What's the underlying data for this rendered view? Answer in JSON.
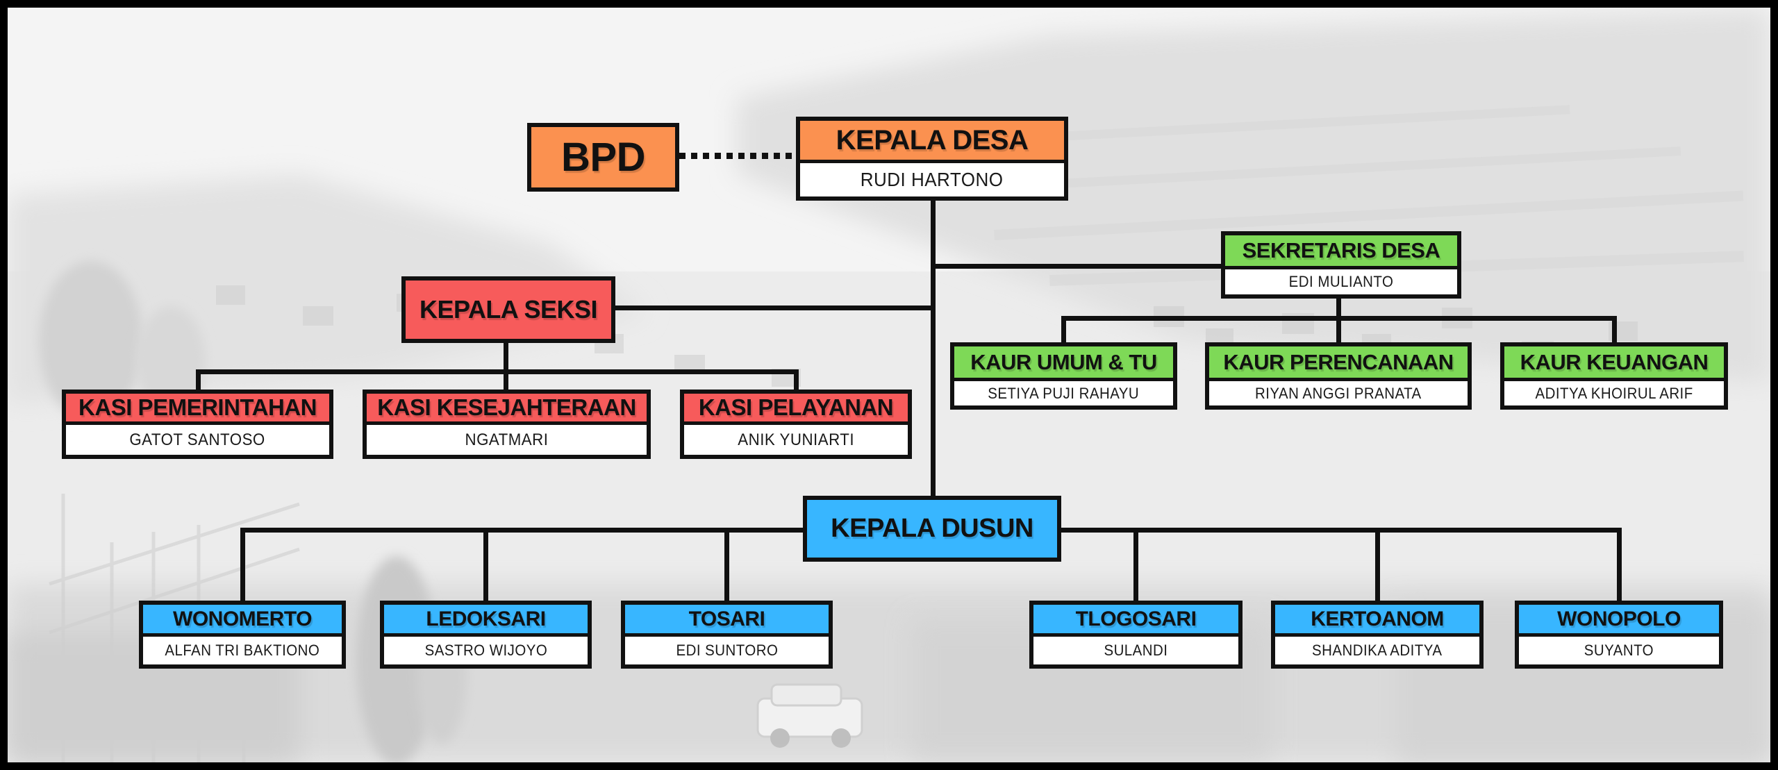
{
  "org": {
    "bpd": {
      "label": "BPD"
    },
    "kepala_desa": {
      "title": "KEPALA DESA",
      "name": "RUDI HARTONO"
    },
    "sekretaris_desa": {
      "title": "SEKRETARIS DESA",
      "name": "EDI MULIANTO"
    },
    "kaur": [
      {
        "title": "KAUR UMUM & TU",
        "name": "SETIYA PUJI RAHAYU"
      },
      {
        "title": "KAUR PERENCANAAN",
        "name": "RIYAN ANGGI PRANATA"
      },
      {
        "title": "KAUR KEUANGAN",
        "name": "ADITYA KHOIRUL ARIF"
      }
    ],
    "kepala_seksi": {
      "title": "KEPALA SEKSI"
    },
    "kasi": [
      {
        "title": "KASI PEMERINTAHAN",
        "name": "GATOT SANTOSO"
      },
      {
        "title": "KASI KESEJAHTERAAN",
        "name": "NGATMARI"
      },
      {
        "title": "KASI PELAYANAN",
        "name": "ANIK YUNIARTI"
      }
    ],
    "kepala_dusun": {
      "title": "KEPALA DUSUN"
    },
    "dusun": [
      {
        "title": "WONOMERTO",
        "name": "ALFAN TRI BAKTIONO"
      },
      {
        "title": "LEDOKSARI",
        "name": "SASTRO WIJOYO"
      },
      {
        "title": "TOSARI",
        "name": "EDI SUNTORO"
      },
      {
        "title": "TLOGOSARI",
        "name": "SULANDI"
      },
      {
        "title": "KERTOANOM",
        "name": "SHANDIKA ADITYA"
      },
      {
        "title": "WONOPOLO",
        "name": "SUYANTO"
      }
    ]
  },
  "colors": {
    "orange": "#FB9150",
    "green": "#7ED957",
    "red": "#F75B5B",
    "blue": "#38B6FF",
    "line": "#101010",
    "frame": "#000000",
    "background": "#ECECEC"
  }
}
